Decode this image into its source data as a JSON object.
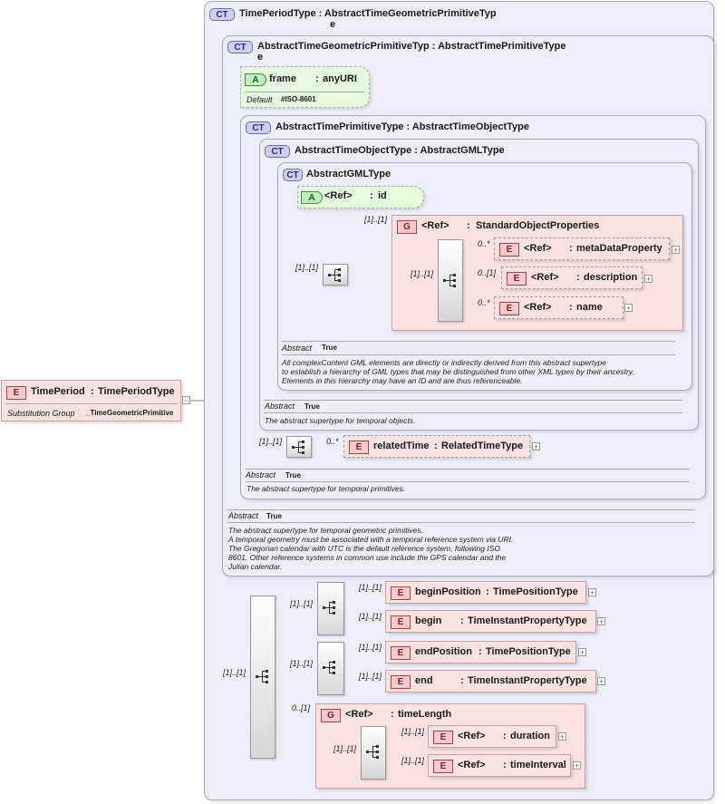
{
  "root_element": {
    "badge": "E",
    "name": "TimePeriod",
    "sep": ":",
    "type": "TimePeriodType",
    "subst_label": "Substitution Group",
    "subst_value": "_TimeGeometricPrimitive"
  },
  "ct_timeperiod": {
    "badge": "CT",
    "title": "TimePeriodType : AbstractTimeGeometricPrimitiveTyp",
    "title2": "e"
  },
  "ct_geometric": {
    "badge": "CT",
    "title": "AbstractTimeGeometricPrimitiveTyp : AbstractTimePrimitiveType",
    "title2": "e",
    "abstract_label": "Abstract",
    "abstract_value": "True",
    "doc": [
      "The abstract supertype for temporal geometric primitives.",
      "A temporal geometry must be associated with a temporal reference system via URI.",
      "The Gregorian calendar with UTC is the default reference system, following ISO",
      "8601. Other reference systems in common use include the GPS calendar and the",
      "Julian calendar."
    ]
  },
  "attr_frame": {
    "badge": "A",
    "name": "frame",
    "sep": ":",
    "type": "anyURI",
    "default_label": "Default",
    "default_value": "#ISO-8601"
  },
  "ct_primitive": {
    "badge": "CT",
    "title": "AbstractTimePrimitiveType : AbstractTimeObjectType",
    "abstract_label": "Abstract",
    "abstract_value": "True",
    "doc": "The abstract supertype for temporal primitives."
  },
  "ct_object": {
    "badge": "CT",
    "title": "AbstractTimeObjectType : AbstractGMLType",
    "abstract_label": "Abstract",
    "abstract_value": "True",
    "doc": "The abstract supertype for temporal objects."
  },
  "ct_gml": {
    "badge": "CT",
    "title": "AbstractGMLType",
    "abstract_label": "Abstract",
    "abstract_value": "True",
    "doc": [
      "All complexContent GML elements are directly or indirectly derived from this abstract supertype",
      "to establish a hierarchy of GML types that may be distinguished from other XML types by their ancestry.",
      "Elements in this hierarchy may have an ID and are thus referenceable."
    ]
  },
  "attr_id": {
    "badge": "A",
    "name": "<Ref>",
    "sep": ":",
    "type": "id"
  },
  "group_sop": {
    "badge": "G",
    "name": "<Ref>",
    "sep": ":",
    "type": "StandardObjectProperties",
    "card": "[1]..[1]"
  },
  "seq_gml": {
    "card": "[1]..[1]"
  },
  "seq_sop": {
    "card": "[1]..[1]"
  },
  "el_metadata": {
    "badge": "E",
    "name": "<Ref>",
    "sep": ":",
    "type": "metaDataProperty",
    "card": "0..*"
  },
  "el_description": {
    "badge": "E",
    "name": "<Ref>",
    "sep": ":",
    "type": "description",
    "card": "0..[1]"
  },
  "el_name": {
    "badge": "E",
    "name": "<Ref>",
    "sep": ":",
    "type": "name",
    "card": "0..*"
  },
  "seq_object": {
    "card": "[1]..[1]"
  },
  "el_related": {
    "badge": "E",
    "name": "relatedTime",
    "sep": ":",
    "type": "RelatedTimeType",
    "card": "0..*"
  },
  "seq_main": {
    "card": "[1]..[1]"
  },
  "choice_begin": {
    "card": "[1]..[1]"
  },
  "choice_end": {
    "card": "[1]..[1]"
  },
  "el_beginpos": {
    "badge": "E",
    "name": "beginPosition",
    "sep": ":",
    "type": "TimePositionType",
    "card": "[1]..[1]"
  },
  "el_begin": {
    "badge": "E",
    "name": "begin",
    "sep": ":",
    "type": "TimeInstantPropertyType",
    "card": "[1]..[1]"
  },
  "el_endpos": {
    "badge": "E",
    "name": "endPosition",
    "sep": ":",
    "type": "TimePositionType",
    "card": "[1]..[1]"
  },
  "el_end": {
    "badge": "E",
    "name": "end",
    "sep": ":",
    "type": "TimeInstantPropertyType",
    "card": "[1]..[1]"
  },
  "group_length": {
    "badge": "G",
    "name": "<Ref>",
    "sep": ":",
    "type": "timeLength",
    "card": "0..[1]"
  },
  "choice_length": {
    "card": "[1]..[1]"
  },
  "el_duration": {
    "badge": "E",
    "name": "<Ref>",
    "sep": ":",
    "type": "duration",
    "card": "[1]..[1]"
  },
  "el_interval": {
    "badge": "E",
    "name": "<Ref>",
    "sep": ":",
    "type": "timeInterval",
    "card": "[1]..[1]"
  },
  "plus_glyph": "+",
  "minus_glyph": "−"
}
